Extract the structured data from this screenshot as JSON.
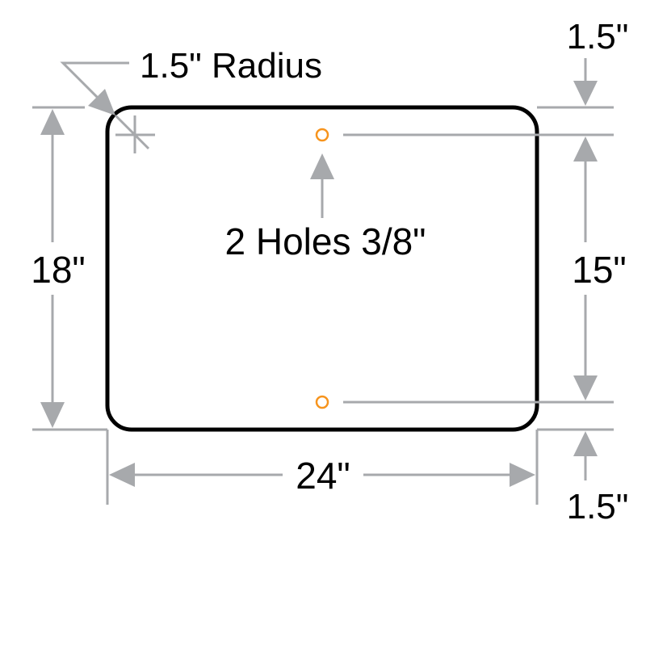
{
  "labels": {
    "radius": "1.5\" Radius",
    "height": "18\"",
    "width": "24\"",
    "hole_spacing": "15\"",
    "top_margin": "1.5\"",
    "bottom_margin": "1.5\"",
    "holes": "2 Holes 3/8\""
  },
  "colors": {
    "outline": "#000000",
    "dimension": "#a7a9ac",
    "hole": "#f7941d"
  }
}
